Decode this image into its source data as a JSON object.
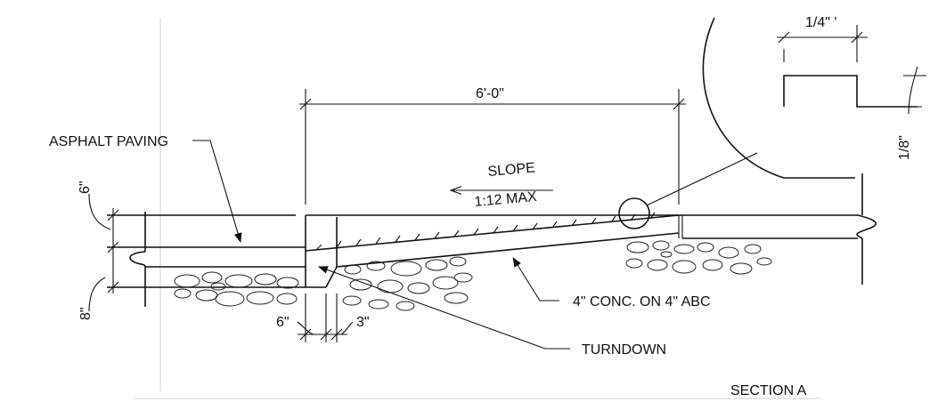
{
  "dimensions": {
    "top_width": "6'-0\"",
    "detail_width": "1/4\" '",
    "detail_depth": "1/8\"",
    "asphalt_depth": "6\"",
    "base_depth": "8\"",
    "turndown_width": "6\"",
    "turndown_offset": "3\""
  },
  "labels": {
    "asphalt": "ASPHALT PAVING",
    "slope_line1": "SLOPE",
    "slope_line2": "1:12 MAX",
    "concrete": "4\" CONC. ON 4\" ABC",
    "turndown": "TURNDOWN",
    "section": "SECTION A"
  }
}
